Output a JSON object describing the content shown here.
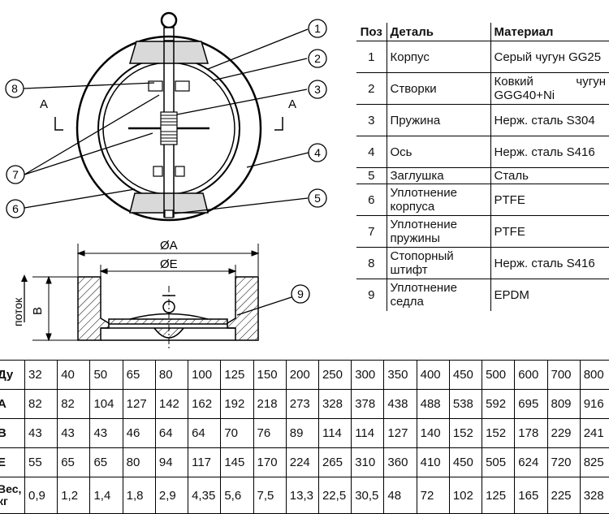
{
  "drawing": {
    "callouts": [
      "1",
      "2",
      "3",
      "4",
      "5",
      "6",
      "7",
      "8",
      "9"
    ],
    "section_mark": "A",
    "dim_a": "ØA",
    "dim_e": "ØE",
    "dim_b": "B",
    "flow_label": "поток"
  },
  "parts_table": {
    "headers": [
      "Поз",
      "Деталь",
      "Материал"
    ],
    "rows": [
      {
        "pos": "1",
        "part": "Корпус",
        "material": "Серый чугун GG25"
      },
      {
        "pos": "2",
        "part": "Створки",
        "material": "Ковкий чугун GGG40+Ni"
      },
      {
        "pos": "3",
        "part": "Пружина",
        "material": "Нерж. сталь S304"
      },
      {
        "pos": "4",
        "part": "Ось",
        "material": "Нерж. сталь S416"
      },
      {
        "pos": "5",
        "part": "Заглушка",
        "material": "Сталь"
      },
      {
        "pos": "6",
        "part": "Уплотнение корпуса",
        "material": "PTFE"
      },
      {
        "pos": "7",
        "part": "Уплотнение пружины",
        "material": "PTFE"
      },
      {
        "pos": "8",
        "part": "Стопорный штифт",
        "material": "Нерж. сталь S416"
      },
      {
        "pos": "9",
        "part": "Уплотнение седла",
        "material": "EPDM"
      }
    ]
  },
  "dims_table": {
    "rows": [
      {
        "label": "Ду",
        "values": [
          "32",
          "40",
          "50",
          "65",
          "80",
          "100",
          "125",
          "150",
          "200",
          "250",
          "300",
          "350",
          "400",
          "450",
          "500",
          "600",
          "700",
          "800"
        ]
      },
      {
        "label": "A",
        "values": [
          "82",
          "82",
          "104",
          "127",
          "142",
          "162",
          "192",
          "218",
          "273",
          "328",
          "378",
          "438",
          "488",
          "538",
          "592",
          "695",
          "809",
          "916"
        ]
      },
      {
        "label": "B",
        "values": [
          "43",
          "43",
          "43",
          "46",
          "64",
          "64",
          "70",
          "76",
          "89",
          "114",
          "114",
          "127",
          "140",
          "152",
          "152",
          "178",
          "229",
          "241"
        ]
      },
      {
        "label": "E",
        "values": [
          "55",
          "65",
          "65",
          "80",
          "94",
          "117",
          "145",
          "170",
          "224",
          "265",
          "310",
          "360",
          "410",
          "450",
          "505",
          "624",
          "720",
          "825"
        ]
      },
      {
        "label": "Вес, кг",
        "values": [
          "0,9",
          "1,2",
          "1,4",
          "1,8",
          "2,9",
          "4,35",
          "5,6",
          "7,5",
          "13,3",
          "22,5",
          "30,5",
          "48",
          "72",
          "102",
          "125",
          "165",
          "225",
          "328"
        ]
      }
    ]
  }
}
